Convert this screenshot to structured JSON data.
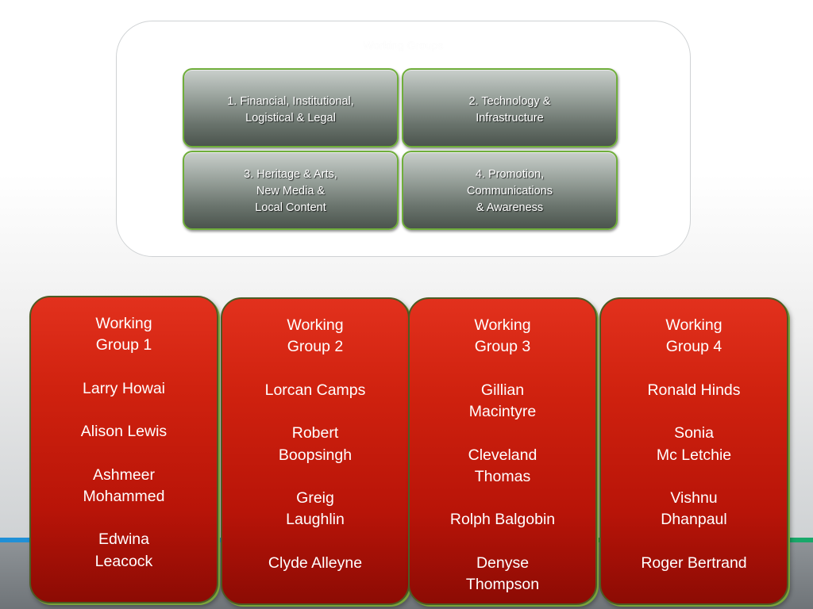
{
  "panel": {
    "title": "Working Groups",
    "groups": [
      "1. Financial, Institutional,\nLogistical & Legal",
      "2. Technology &\nInfrastructure",
      "3. Heritage & Arts,\nNew Media &\nLocal Content",
      "4. Promotion,\nCommunications\n& Awareness"
    ]
  },
  "cards": [
    {
      "title": "Working\nGroup 1",
      "members": [
        "Larry Howai",
        "Alison Lewis",
        "Ashmeer\nMohammed",
        "Edwina\nLeacock"
      ]
    },
    {
      "title": "Working\nGroup 2",
      "members": [
        "Lorcan Camps",
        "Robert\nBoopsingh",
        "Greig\nLaughlin",
        "Clyde Alleyne"
      ]
    },
    {
      "title": "Working\nGroup 3",
      "members": [
        "Gillian\nMacintyre",
        "Cleveland\nThomas",
        "Rolph Balgobin",
        "Denyse\nThompson"
      ]
    },
    {
      "title": "Working\nGroup 4",
      "members": [
        "Ronald Hinds",
        "Sonia\nMc Letchie",
        "Vishnu\nDhanpaul",
        "Roger Bertrand"
      ]
    }
  ]
}
